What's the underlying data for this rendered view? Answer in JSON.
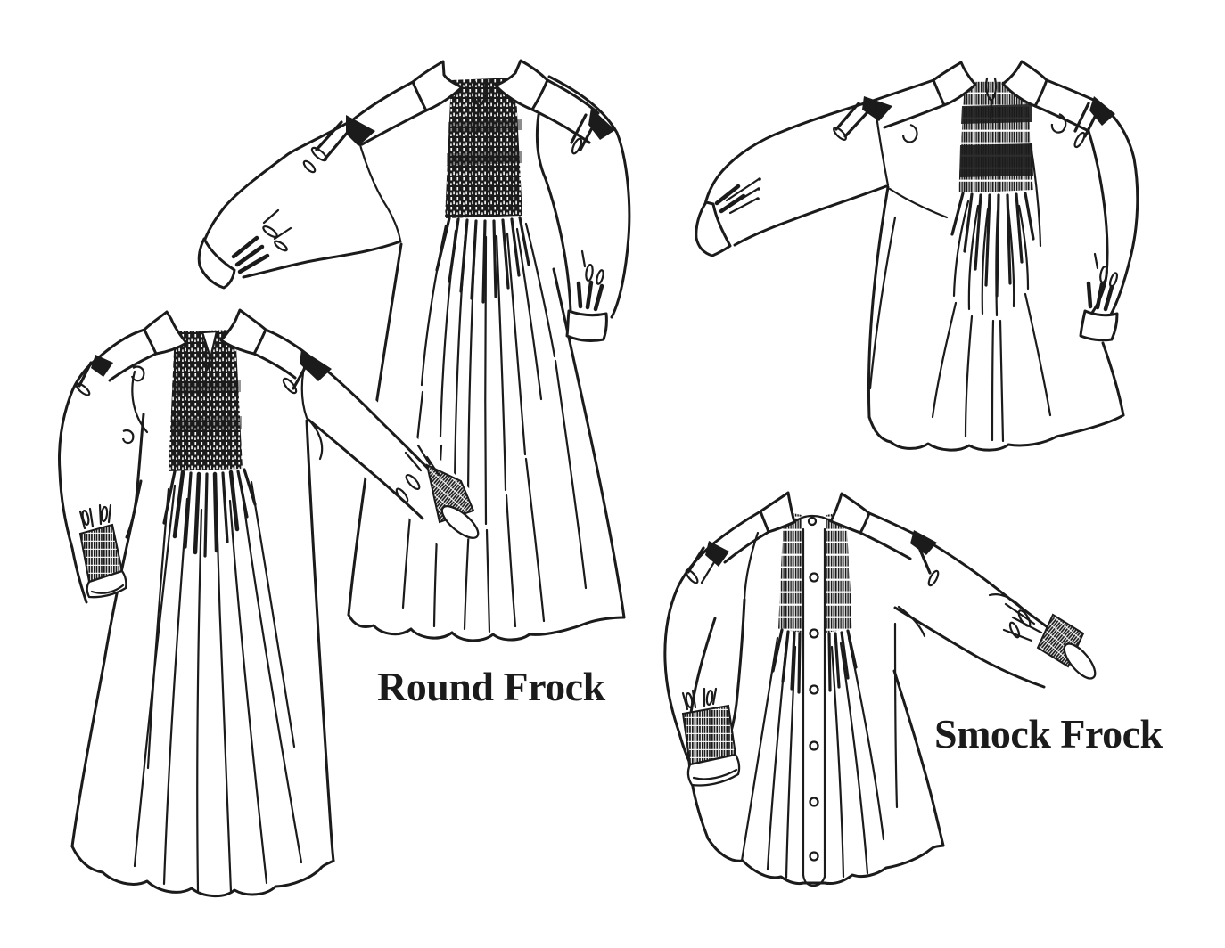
{
  "illustration": {
    "paper_color": "#ffffff",
    "ink_color": "#1b1b1b",
    "labels": {
      "round_frock": "Round Frock",
      "smock_frock": "Smock Frock"
    },
    "figures": [
      {
        "name": "round-frock-view-upper",
        "label": "Round Frock",
        "features": "smocked bib, collar, full gathered sleeves with cuffs, long flared skirt, left sleeve extended"
      },
      {
        "name": "smock-frock-view-upper",
        "label": "Smock Frock",
        "features": "smocked back panel, collar, full sleeves with cuffs, flared hem, left sleeve extended"
      },
      {
        "name": "round-frock-view-lower",
        "label": "Round Frock",
        "features": "smocked bib, collar, smocked sleeve cuffs, long flared skirt, right sleeve extended"
      },
      {
        "name": "smock-frock-view-lower",
        "label": "Smock Frock",
        "features": "button placket with seven buttons, smocked panels, collar, smocked sleeve cuffs, right sleeve extended"
      }
    ]
  }
}
